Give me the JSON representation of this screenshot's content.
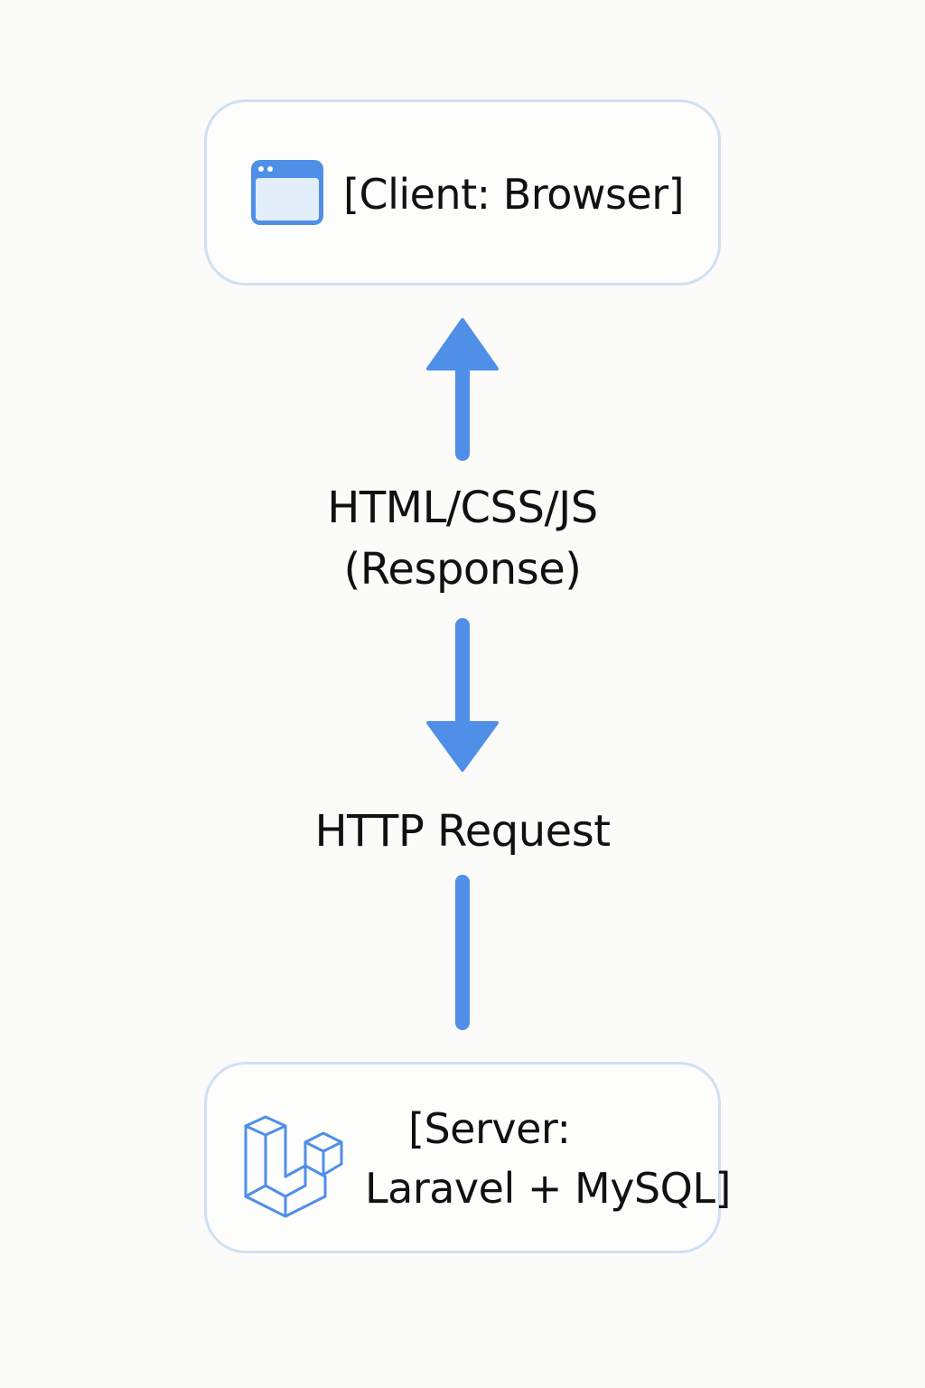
{
  "client": {
    "label": "[Client: Browser]",
    "icon": "browser-window-icon"
  },
  "response": {
    "line1": "HTML/CSS/JS",
    "line2": "(Response)"
  },
  "request": {
    "label": "HTTP Request"
  },
  "server": {
    "line1": "[Server:",
    "line2": "Laravel + MySQL]",
    "icon": "laravel-logo-icon"
  },
  "colors": {
    "accent": "#4f8fe8",
    "box_border": "#cfe0f3",
    "background": "#fbfbf9",
    "text": "#111111"
  }
}
